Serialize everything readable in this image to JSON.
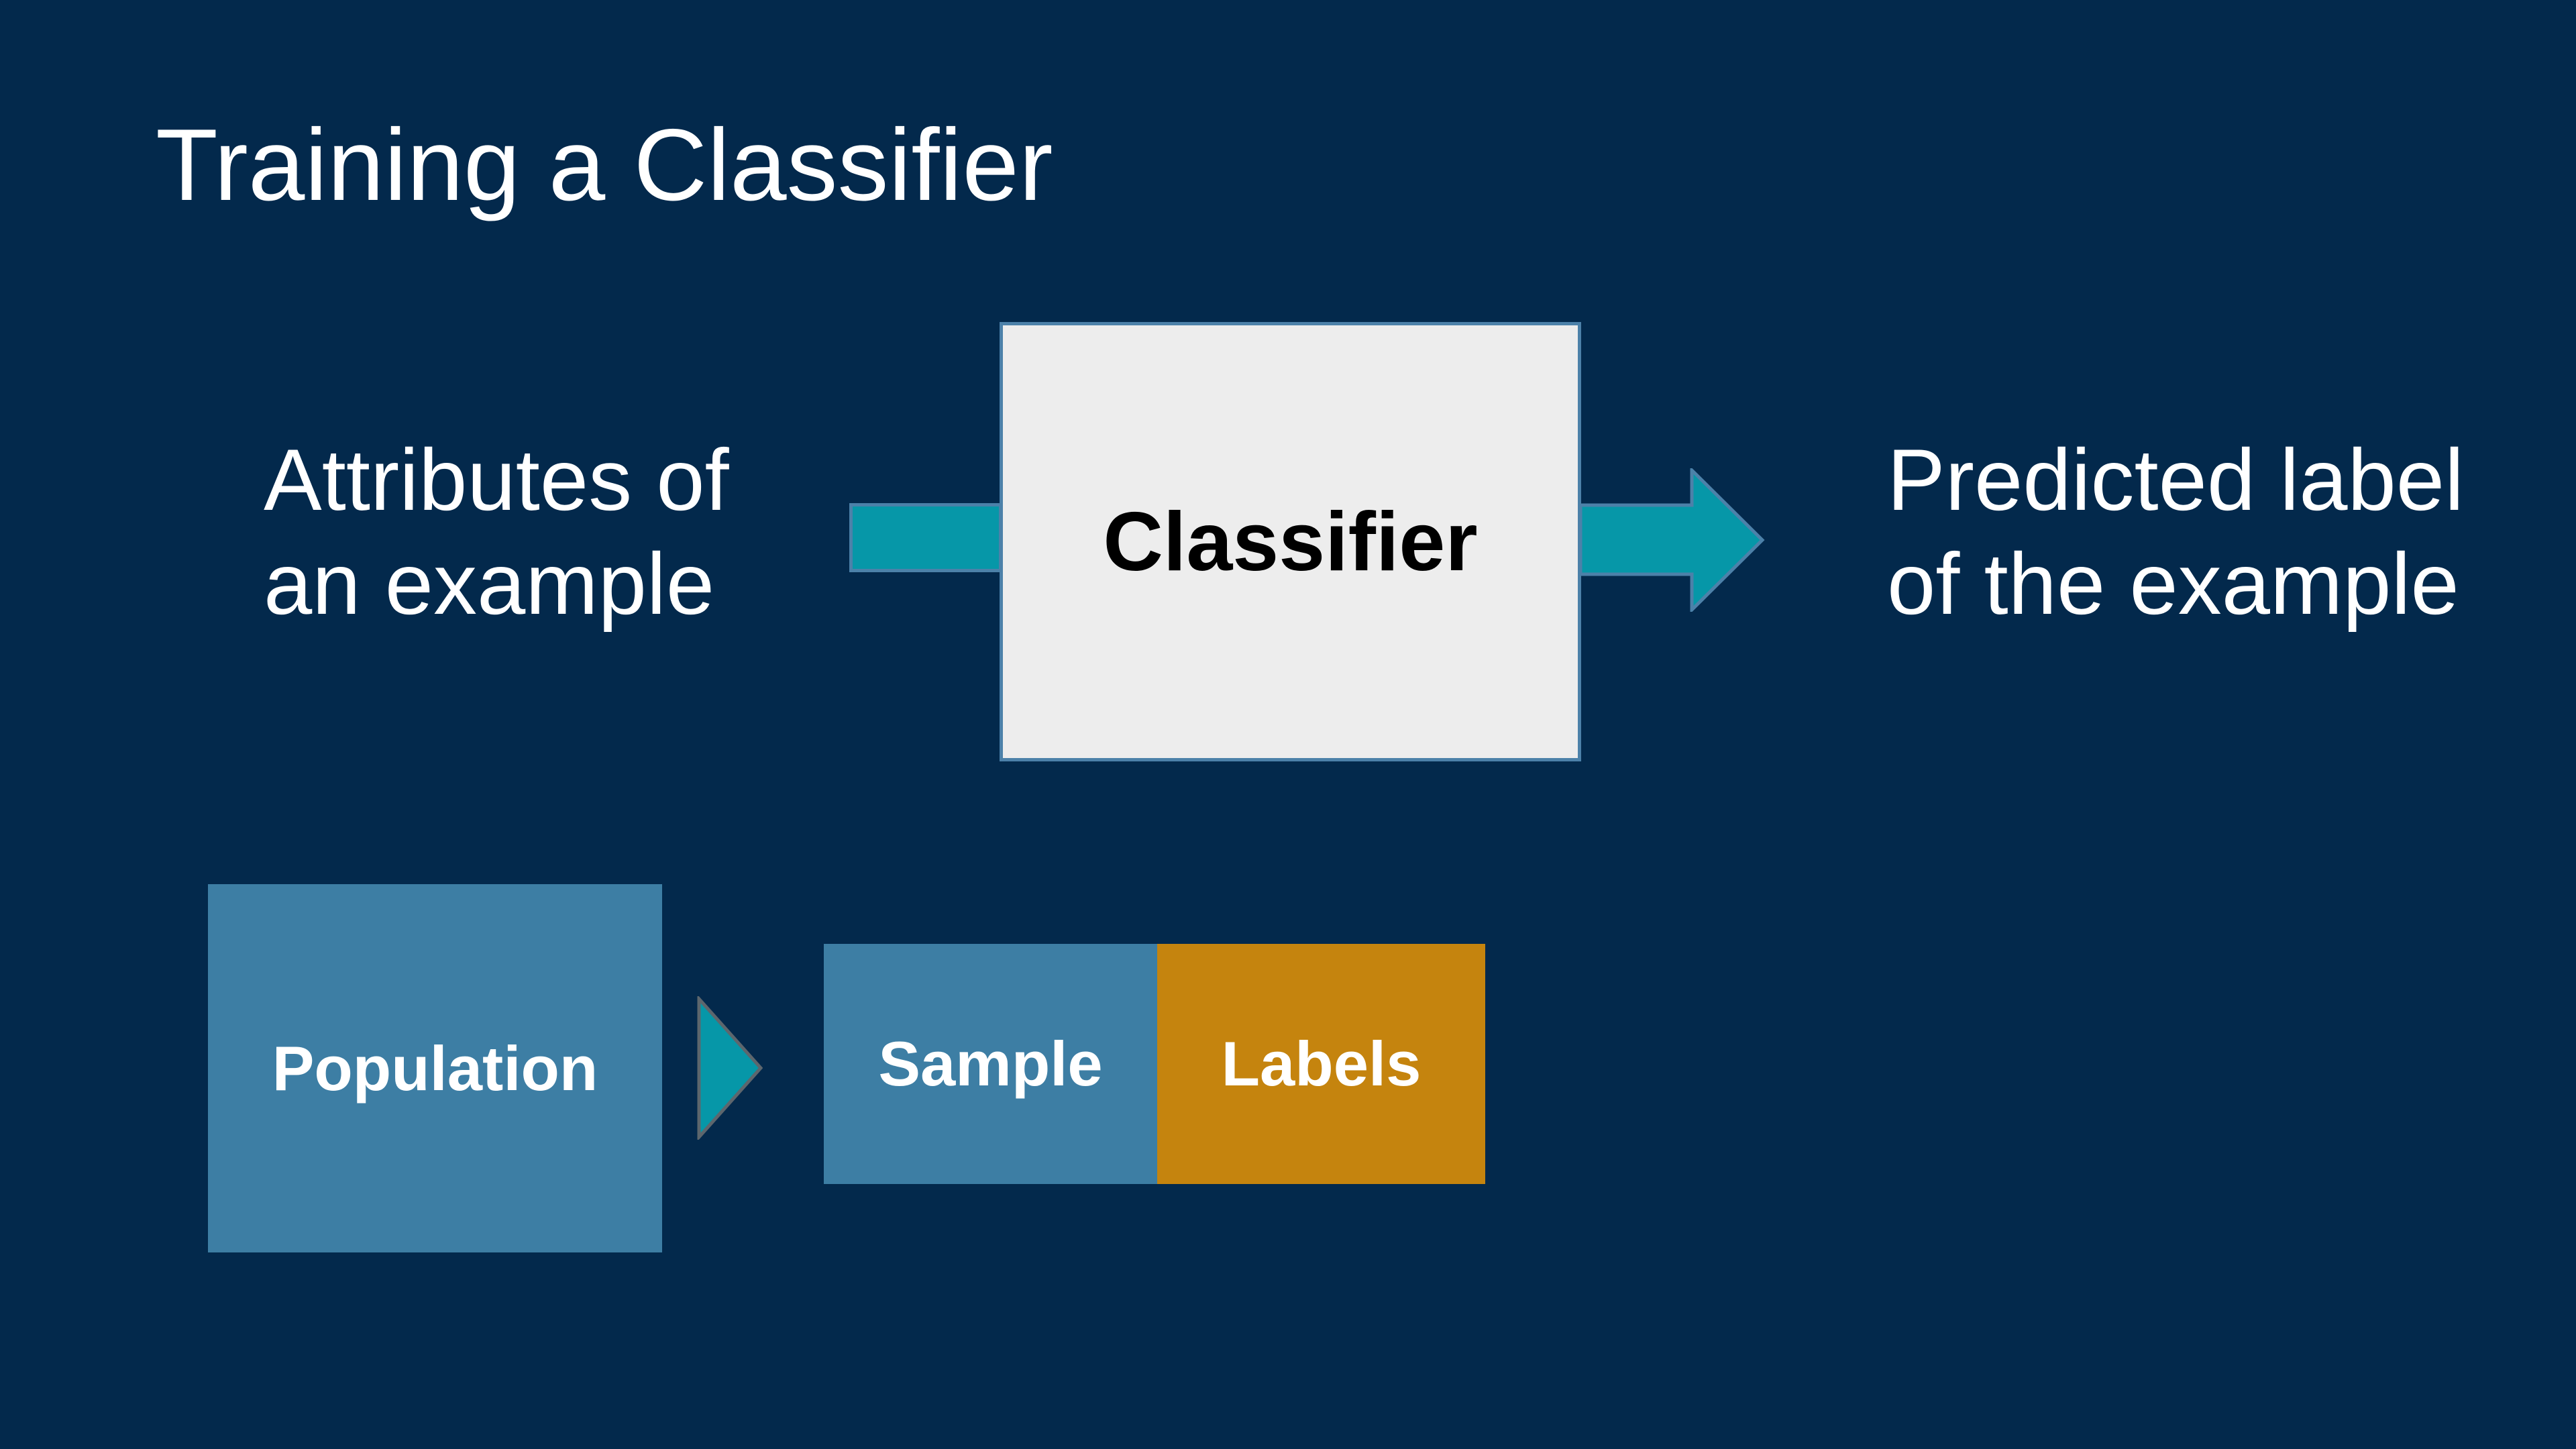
{
  "slide": {
    "title": "Training a Classifier",
    "flow": {
      "input": {
        "line1": "Attributes of",
        "line2": "an example"
      },
      "box_label": "Classifier",
      "output": {
        "line1": "Predicted label",
        "line2": "of the example"
      }
    },
    "training": {
      "population_label": "Population",
      "sample_label": "Sample",
      "labels_label": "Labels"
    }
  },
  "colors": {
    "background": "#03294c",
    "teal": "#0697a8",
    "steel-blue": "#3d7ea4",
    "orange": "#c5840e",
    "panel-fill": "#ededed",
    "panel-border": "#4c81a9",
    "triangle-border": "#5d666d",
    "text-light": "#ffffff",
    "text-dark": "#000000"
  }
}
